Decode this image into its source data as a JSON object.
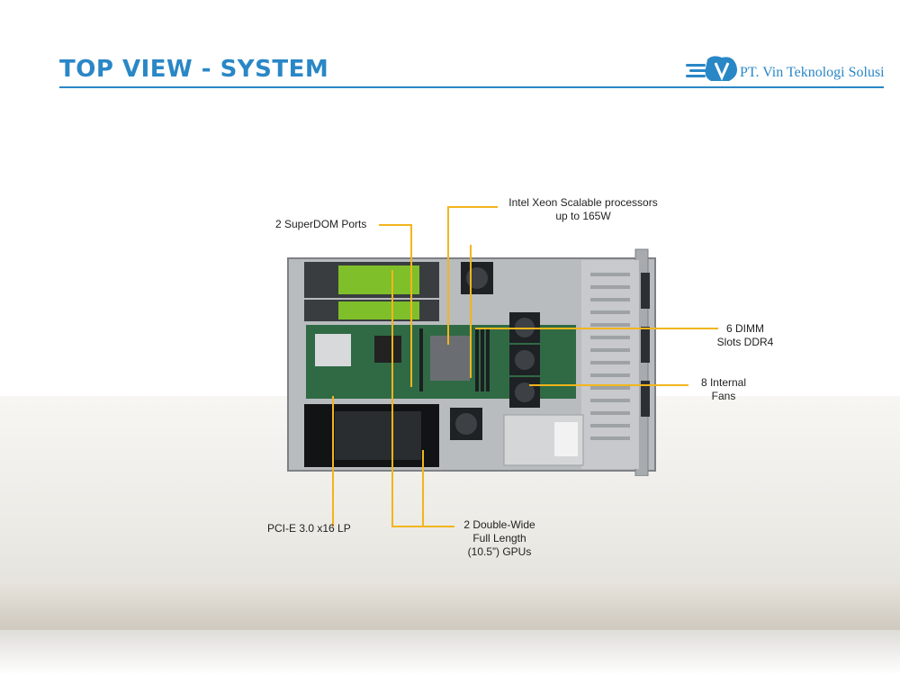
{
  "header": {
    "title": "TOP VIEW - SYSTEM",
    "company": "PT. Vin Teknologi Solusi"
  },
  "colors": {
    "title_blue": "#2a87c6",
    "callout_yellow": "#f2b51c"
  },
  "callouts": {
    "processor_line1": "Intel Xeon Scalable processors",
    "processor_line2": "up to 165W",
    "superdom": "2 SuperDOM Ports",
    "dimm_line1": "6 DIMM",
    "dimm_line2": "Slots DDR4",
    "fans_line1": "8 Internal",
    "fans_line2": "Fans",
    "pcie": "PCI-E 3.0 x16 LP",
    "gpu_line1": "2 Double-Wide",
    "gpu_line2": "Full Length",
    "gpu_line3": "(10.5”) GPUs"
  }
}
